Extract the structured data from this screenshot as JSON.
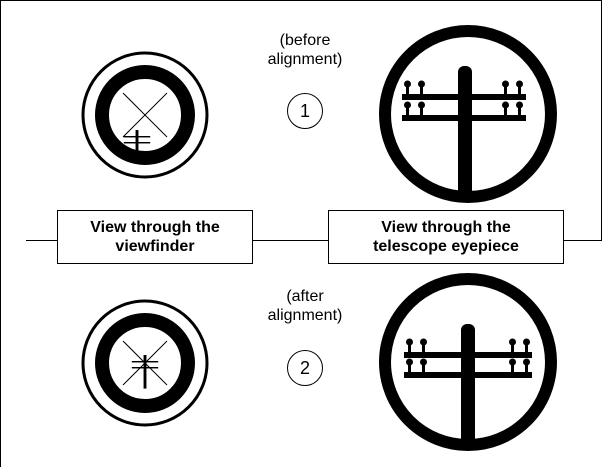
{
  "top_caption": {
    "line1": "(before",
    "line2": "alignment)"
  },
  "bottom_caption": {
    "line1": "(after",
    "line2": "alignment)"
  },
  "step_top": "1",
  "step_bottom": "2",
  "viewfinder_label": {
    "line1": "View through the",
    "line2": "viewfinder"
  },
  "eyepiece_label": {
    "line1": "View through the",
    "line2": "telescope eyepiece"
  },
  "icons": [
    "viewfinder-view-icon",
    "eyepiece-view-icon",
    "telephone-pole-icon"
  ]
}
